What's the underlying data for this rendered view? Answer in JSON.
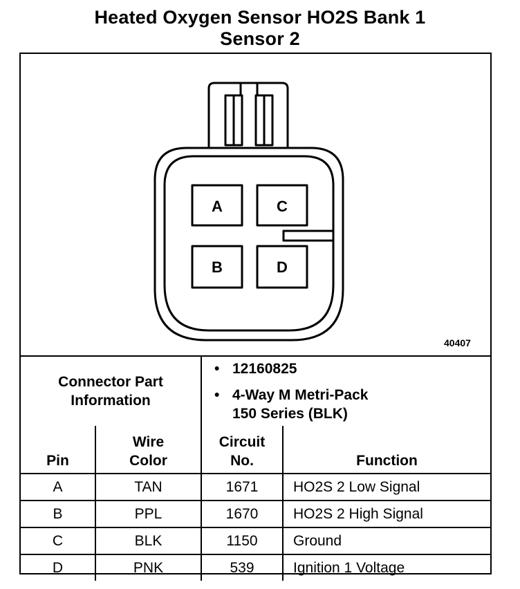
{
  "title": {
    "line1": "Heated Oxygen Sensor HO2S Bank 1",
    "line2": "Sensor 2"
  },
  "connector": {
    "pins": [
      "A",
      "B",
      "C",
      "D"
    ],
    "figure_number": "40407"
  },
  "connector_info": {
    "label_line1": "Connector Part",
    "label_line2": "Information",
    "part_number": "12160825",
    "description_line1": "4-Way M Metri-Pack",
    "description_line2": "150 Series (BLK)"
  },
  "pin_table": {
    "headers": {
      "pin": "Pin",
      "wire_color_line1": "Wire",
      "wire_color_line2": "Color",
      "circuit_line1": "Circuit",
      "circuit_line2": "No.",
      "function": "Function"
    },
    "rows": [
      {
        "pin": "A",
        "wire_color": "TAN",
        "circuit": "1671",
        "function": "HO2S 2 Low Signal"
      },
      {
        "pin": "B",
        "wire_color": "PPL",
        "circuit": "1670",
        "function": "HO2S 2 High Signal"
      },
      {
        "pin": "C",
        "wire_color": "BLK",
        "circuit": "1150",
        "function": "Ground"
      },
      {
        "pin": "D",
        "wire_color": "PNK",
        "circuit": "539",
        "function": "Ignition 1 Voltage"
      }
    ]
  }
}
